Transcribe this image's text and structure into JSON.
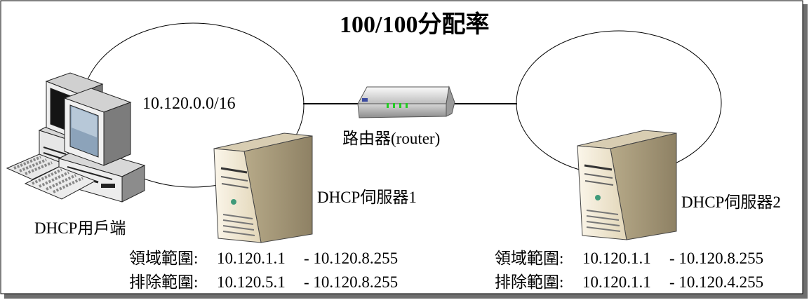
{
  "title": "100/100分配率",
  "network_label": "10.120.0.0/16",
  "router_label": "路由器(router)",
  "server1_label": "DHCP伺服器1",
  "server2_label": "DHCP伺服器2",
  "client_label": "DHCP用戶端",
  "server1_ranges": {
    "scope": {
      "label": "領域範圍:",
      "start": "10.120.1.1",
      "end": "- 10.120.8.255"
    },
    "exclusion": {
      "label": "排除範圍:",
      "start": "10.120.5.1",
      "end": "- 10.120.8.255"
    }
  },
  "server2_ranges": {
    "scope": {
      "label": "領域範圍:",
      "start": "10.120.1.1",
      "end": "- 10.120.8.255"
    },
    "exclusion": {
      "label": "排除範圍:",
      "start": "10.120.1.1",
      "end": "- 10.120.4.255"
    }
  },
  "colors": {
    "server_body": "#ebdfc2",
    "server_side": "#a89b7b",
    "router_leds": "#22cc22"
  }
}
